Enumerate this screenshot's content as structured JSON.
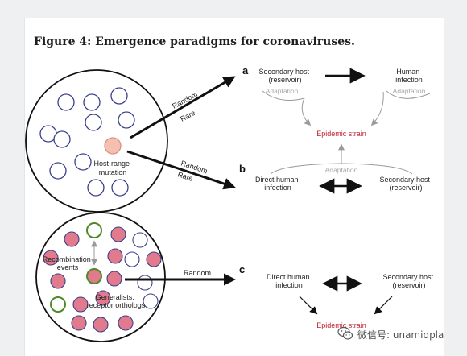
{
  "figure": {
    "title": "Figure 4: Emergence paradigms for coronaviruses."
  },
  "panels": {
    "a": {
      "letter": "a",
      "secondary_host": [
        "Secondary host",
        "(reservoir)"
      ],
      "human_infection": [
        "Human",
        "infection"
      ],
      "adaptation_left": "Adaptation",
      "adaptation_right": "Adaptation",
      "outcome": "Epidemic strain",
      "arrow_labels": [
        "Random",
        "Rare"
      ]
    },
    "b": {
      "letter": "b",
      "direct_human": [
        "Direct human",
        "infection"
      ],
      "secondary_host": [
        "Secondary host",
        "(reservoir)"
      ],
      "adaptation": "Adaptation",
      "arrow_labels": [
        "Random",
        "Rare"
      ]
    },
    "c": {
      "letter": "c",
      "direct_human": [
        "Direct human",
        "infection"
      ],
      "secondary_host": [
        "Secondary host",
        "(reservoir)"
      ],
      "outcome": "Epidemic strain",
      "arrow_label": "Random"
    }
  },
  "circles": {
    "top_label": [
      "Host-range",
      "mutation"
    ],
    "bottom_recombination": [
      "Recombination",
      "events"
    ],
    "bottom_generalists": [
      "Generalists:",
      "receptor orthologs"
    ]
  },
  "watermark": {
    "icon": "wechat-icon",
    "text": "微信号: unamidpla"
  },
  "colors": {
    "virus_outline": "#3a3f8a",
    "virus_fill_pink": "#e07a8c",
    "recombinant_outline": "#4f8a2a",
    "epidemic_text": "#c02030",
    "adaptation_gray": "#9a9a9a"
  }
}
